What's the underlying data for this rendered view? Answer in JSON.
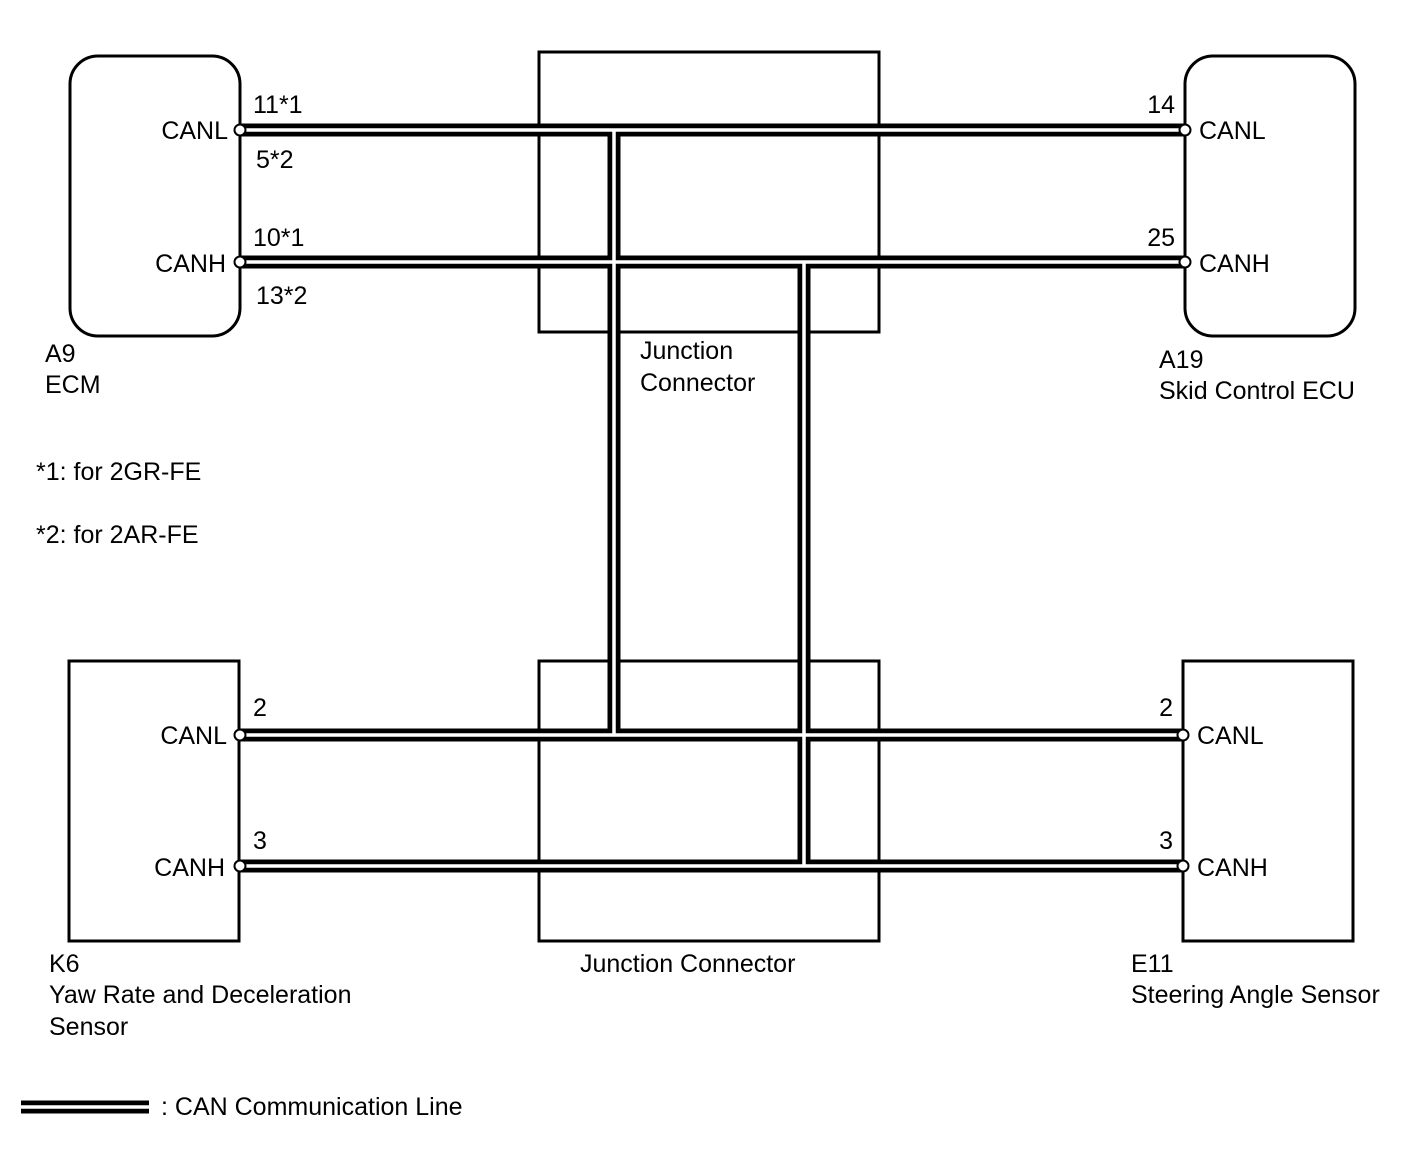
{
  "ecm": {
    "code": "A9",
    "name": "ECM",
    "canl_label": "CANL",
    "canh_label": "CANH",
    "canl_pin_a": "11*1",
    "canl_pin_b": "5*2",
    "canh_pin_a": "10*1",
    "canh_pin_b": "13*2"
  },
  "skid_ecu": {
    "code": "A19",
    "name": "Skid Control ECU",
    "canl_label": "CANL",
    "canh_label": "CANH",
    "canl_pin": "14",
    "canh_pin": "25"
  },
  "yaw_sensor": {
    "code": "K6",
    "name_line1": "Yaw Rate and Deceleration",
    "name_line2": "Sensor",
    "canl_label": "CANL",
    "canh_label": "CANH",
    "canl_pin": "2",
    "canh_pin": "3"
  },
  "steering_sensor": {
    "code": "E11",
    "name": "Steering Angle Sensor",
    "canl_label": "CANL",
    "canh_label": "CANH",
    "canl_pin": "2",
    "canh_pin": "3"
  },
  "junction_top": {
    "line1": "Junction",
    "line2": "Connector"
  },
  "junction_bottom": {
    "label": "Junction Connector"
  },
  "notes": {
    "note1": "*1: for 2GR-FE",
    "note2": "*2: for 2AR-FE"
  },
  "legend": {
    "label": ": CAN Communication Line"
  }
}
